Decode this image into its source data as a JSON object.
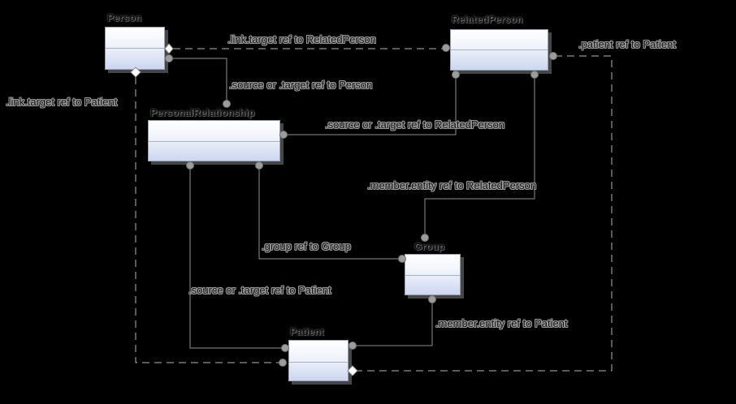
{
  "diagram": {
    "type": "fhir-resource-reference-diagram",
    "colors": {
      "background": "#000000",
      "node_fill_top": "#ffffff",
      "node_fill_bottom": "#cdd7f1",
      "node_border": "#9aa2ad",
      "solid_line": "#8f8f8f",
      "dashed_line": "#b3b3b3",
      "endpoint_circle": "#9c9c9c",
      "diamond_fill": "#ffffff"
    },
    "nodes": [
      {
        "id": "person",
        "title": "Person"
      },
      {
        "id": "relatedperson",
        "title": "RelatedPerson"
      },
      {
        "id": "personalrelationship",
        "title": "PersonalRelationship"
      },
      {
        "id": "group",
        "title": "Group"
      },
      {
        "id": "patient",
        "title": "Patient"
      }
    ],
    "edges": [
      {
        "label": ".link.target ref to RelatedPerson",
        "from": "Person",
        "to": "RelatedPerson",
        "style": "dashed"
      },
      {
        "label": ".patient ref to Patient",
        "from": "RelatedPerson",
        "to": "Patient",
        "style": "dashed"
      },
      {
        "label": ".source or .target ref to Person",
        "from": "PersonalRelationship",
        "to": "Person",
        "style": "solid"
      },
      {
        "label": ".link.target ref to Patient",
        "from": "Person",
        "to": "Patient",
        "style": "dashed"
      },
      {
        "label": ".source or .target ref to RelatedPerson",
        "from": "PersonalRelationship",
        "to": "RelatedPerson",
        "style": "solid"
      },
      {
        "label": ".member.entity ref to RelatedPerson",
        "from": "Group",
        "to": "RelatedPerson",
        "style": "solid"
      },
      {
        "label": ".group ref to Group",
        "from": "PersonalRelationship",
        "to": "Group",
        "style": "solid"
      },
      {
        "label": ".source or .target ref to Patient",
        "from": "PersonalRelationship",
        "to": "Patient",
        "style": "solid"
      },
      {
        "label": ".member.entity ref to Patient",
        "from": "Group",
        "to": "Patient",
        "style": "solid"
      }
    ]
  }
}
